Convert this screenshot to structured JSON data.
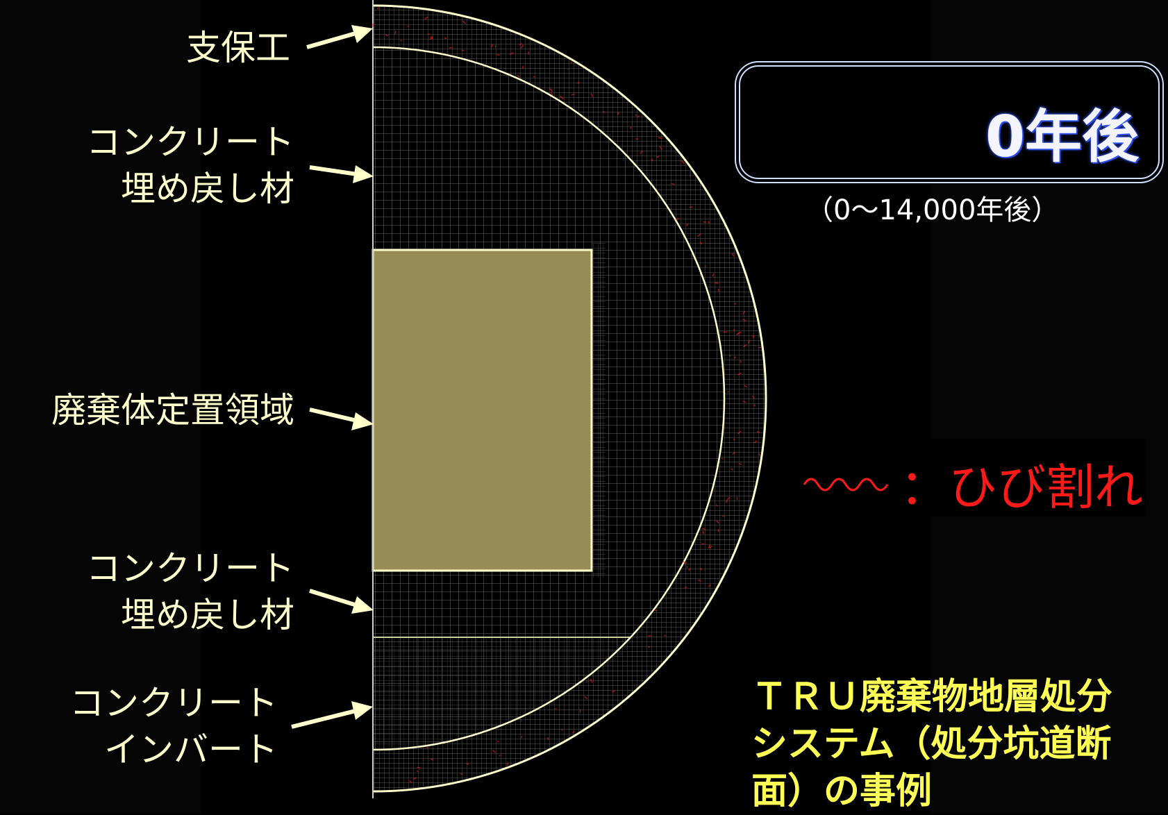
{
  "labels": [
    {
      "id": "support",
      "lines": [
        "支保工"
      ]
    },
    {
      "id": "backfill_upper",
      "lines": [
        "コンクリート",
        "埋め戻し材"
      ]
    },
    {
      "id": "waste_area",
      "lines": [
        "廃棄体定置領域"
      ]
    },
    {
      "id": "backfill_lower",
      "lines": [
        "コンクリート",
        "埋め戻し材"
      ]
    },
    {
      "id": "invert",
      "lines": [
        "コンクリート",
        "インバート"
      ]
    }
  ],
  "time_display": {
    "value": "0年後",
    "range": "（0～14,000年後）"
  },
  "legend": {
    "symbol": "wavy-red-line",
    "text": "：ひび割れ",
    "color": "#ff1a1a"
  },
  "caption": {
    "lines": [
      "ＴＲＵ廃棄物地層処分",
      "システム（処分坑道断",
      "面）の事例"
    ]
  },
  "colors": {
    "waste_fill": "#978c56",
    "ring_line": "#ffffcc",
    "mesh": "#8a8a8a",
    "crack": "#ff1a1a",
    "label_text": "#ffffcc",
    "caption_text": "#ffff55"
  }
}
